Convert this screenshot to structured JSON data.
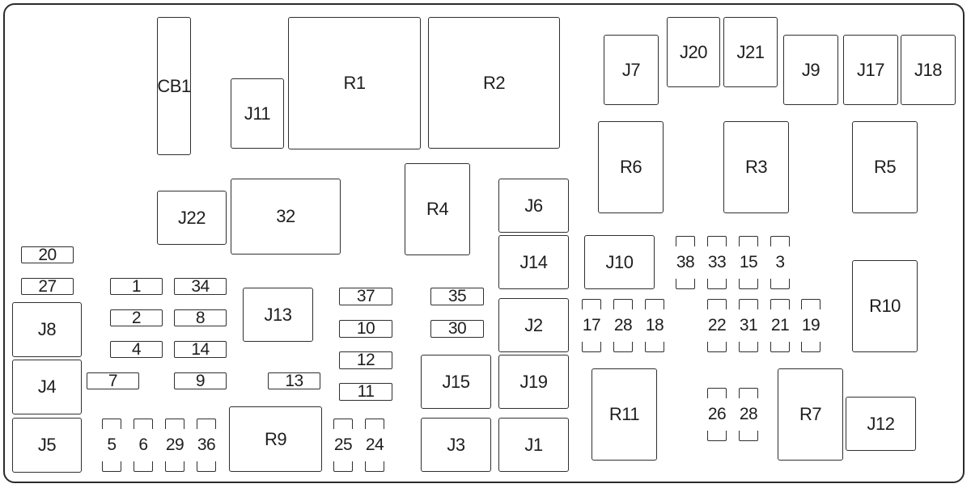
{
  "diagram": {
    "components": {
      "CB1": "CB1",
      "J11": "J11",
      "R1": "R1",
      "R2": "R2",
      "J7": "J7",
      "J20": "J20",
      "J21": "J21",
      "J9": "J9",
      "J17": "J17",
      "J18": "J18",
      "R6": "R6",
      "R3": "R3",
      "R5": "R5",
      "J22": "J22",
      "F32": "32",
      "R4": "R4",
      "J6": "J6",
      "J14": "J14",
      "J10": "J10",
      "F38": "38",
      "F33": "33",
      "F15": "15",
      "F3": "3",
      "R10": "R10",
      "F20": "20",
      "F27": "27",
      "F1": "1",
      "F34": "34",
      "F2": "2",
      "F8": "8",
      "F4": "4",
      "F14": "14",
      "F7": "7",
      "F9": "9",
      "F13": "13",
      "J13": "J13",
      "F37": "37",
      "F10": "10",
      "F12": "12",
      "F11": "11",
      "F35": "35",
      "F30": "30",
      "J2": "J2",
      "J15": "J15",
      "J19": "J19",
      "F17": "17",
      "F28a": "28",
      "F18": "18",
      "F22": "22",
      "F31": "31",
      "F21": "21",
      "F19": "19",
      "J8": "J8",
      "J4": "J4",
      "J5": "J5",
      "F5": "5",
      "F6": "6",
      "F29": "29",
      "F36": "36",
      "R9": "R9",
      "F25": "25",
      "F24": "24",
      "J3": "J3",
      "J1": "J1",
      "R11": "R11",
      "F26": "26",
      "F28b": "28",
      "R7": "R7",
      "J12": "J12"
    }
  }
}
